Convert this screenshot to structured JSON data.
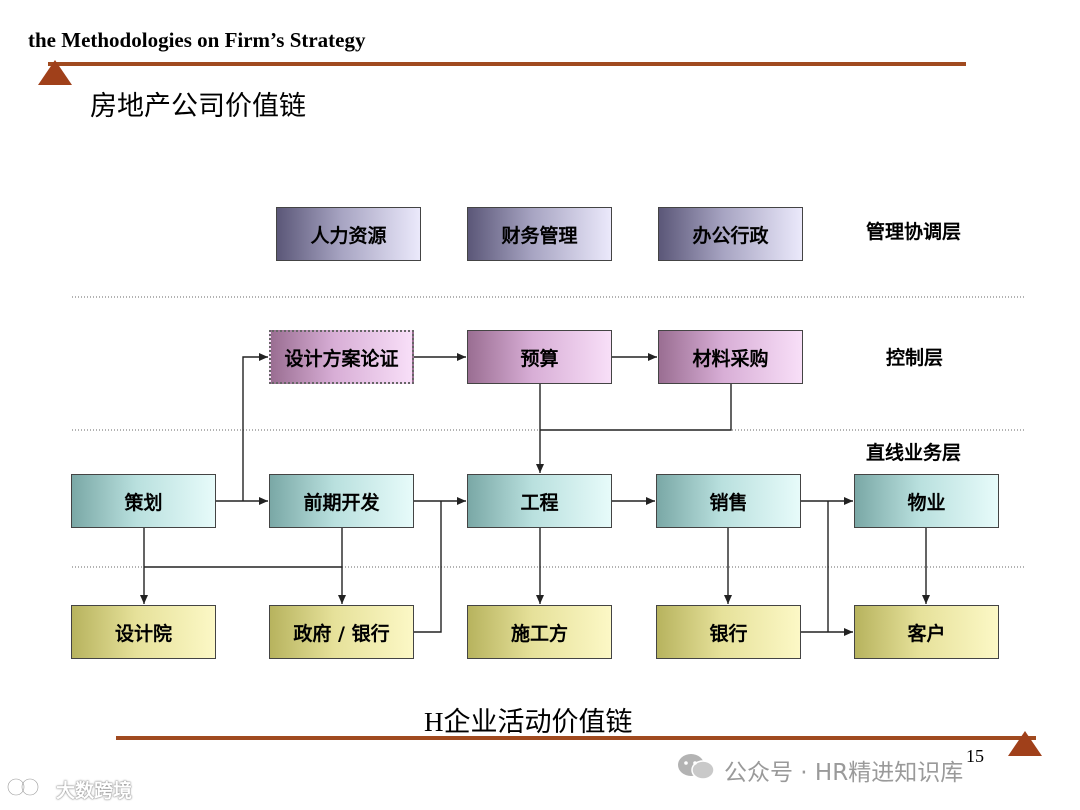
{
  "header": {
    "title": "the Methodologies on Firm’s Strategy"
  },
  "page_title": "房地产公司价值链",
  "layers": {
    "management": "管理协调层",
    "control": "控制层",
    "line": "直线业务层"
  },
  "nodes": {
    "hr": "人力资源",
    "finance": "财务管理",
    "admin": "办公行政",
    "design_review": "设计方案论证",
    "budget": "预算",
    "procurement": "材料采购",
    "planning": "策划",
    "predevelopment": "前期开发",
    "engineering": "工程",
    "sales": "销售",
    "property": "物业",
    "design_institute": "设计院",
    "gov_bank": "政府 / 银行",
    "contractor": "施工方",
    "bank": "银行",
    "customer": "客户"
  },
  "caption": "H企业活动价值链",
  "page_number": "15",
  "watermarks": {
    "right": "公众号 · HR精进知识库",
    "left": "大数跨境"
  },
  "colors": {
    "accent_rule": "#a04a1f",
    "management_fill": "#a7a4c2",
    "control_fill": "#d8aed6",
    "line_fill": "#b9e0de",
    "external_fill": "#e6e19a"
  }
}
